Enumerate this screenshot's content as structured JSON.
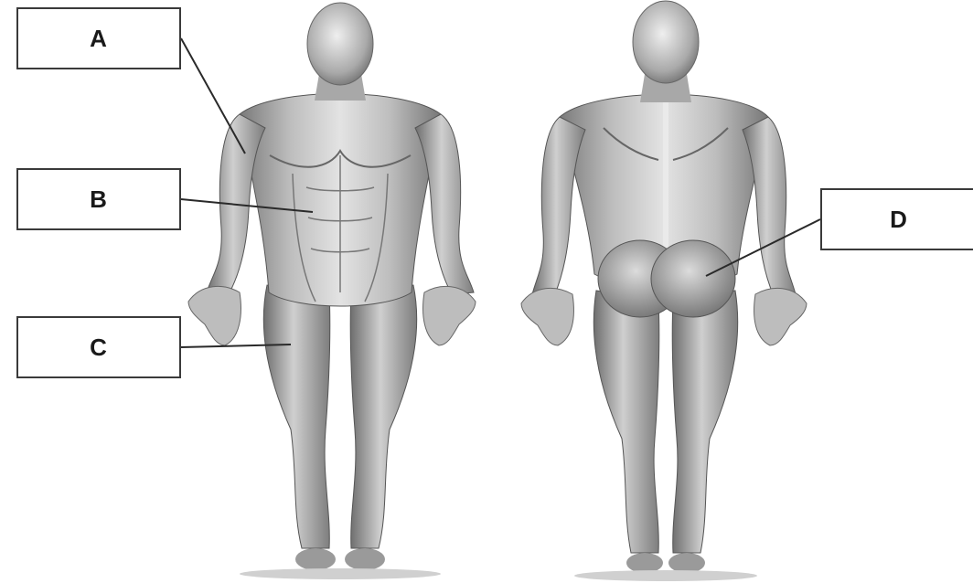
{
  "diagram": {
    "labels": {
      "a": "A",
      "b": "B",
      "c": "C",
      "d": "D"
    },
    "figures": [
      "anterior-muscular-figure",
      "posterior-muscular-figure"
    ],
    "colors": {
      "skin_light": "#e6e6e6",
      "skin_mid": "#b5b5b5",
      "skin_dark": "#6b6b6b",
      "line": "#3a3a3a",
      "background": "#ffffff"
    }
  }
}
